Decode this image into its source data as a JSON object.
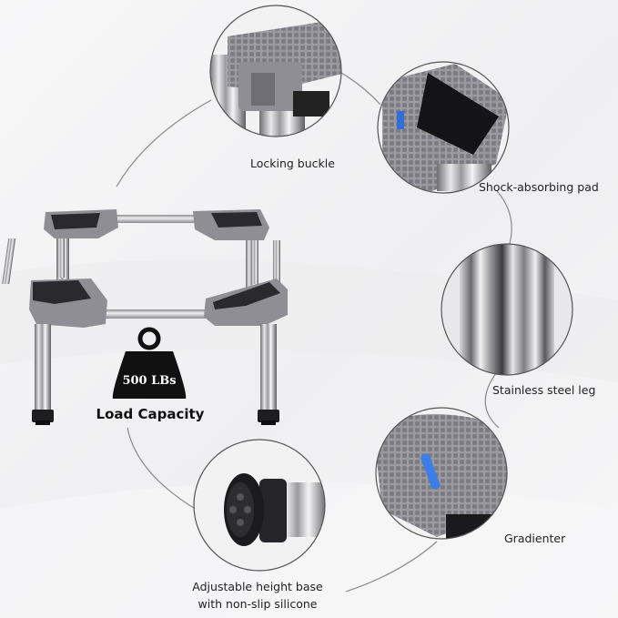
{
  "labels": {
    "locking_buckle": "Locking buckle",
    "shock_pad": "Shock-absorbing pad",
    "stainless_leg": "Stainless steel leg",
    "gradienter": "Gradienter",
    "height_base_line1": "Adjustable height base",
    "height_base_line2": "with non-slip silicone"
  },
  "capacity": {
    "weight": "500 LBs",
    "caption": "Load Capacity"
  },
  "colors": {
    "background": "#f4f4f5",
    "plastic_gray": "#8e8e94",
    "dark_pad": "#2a2a2e",
    "steel": "#c9c9cc",
    "circle_outline": "#555555",
    "arc": "#8a8a8a"
  }
}
